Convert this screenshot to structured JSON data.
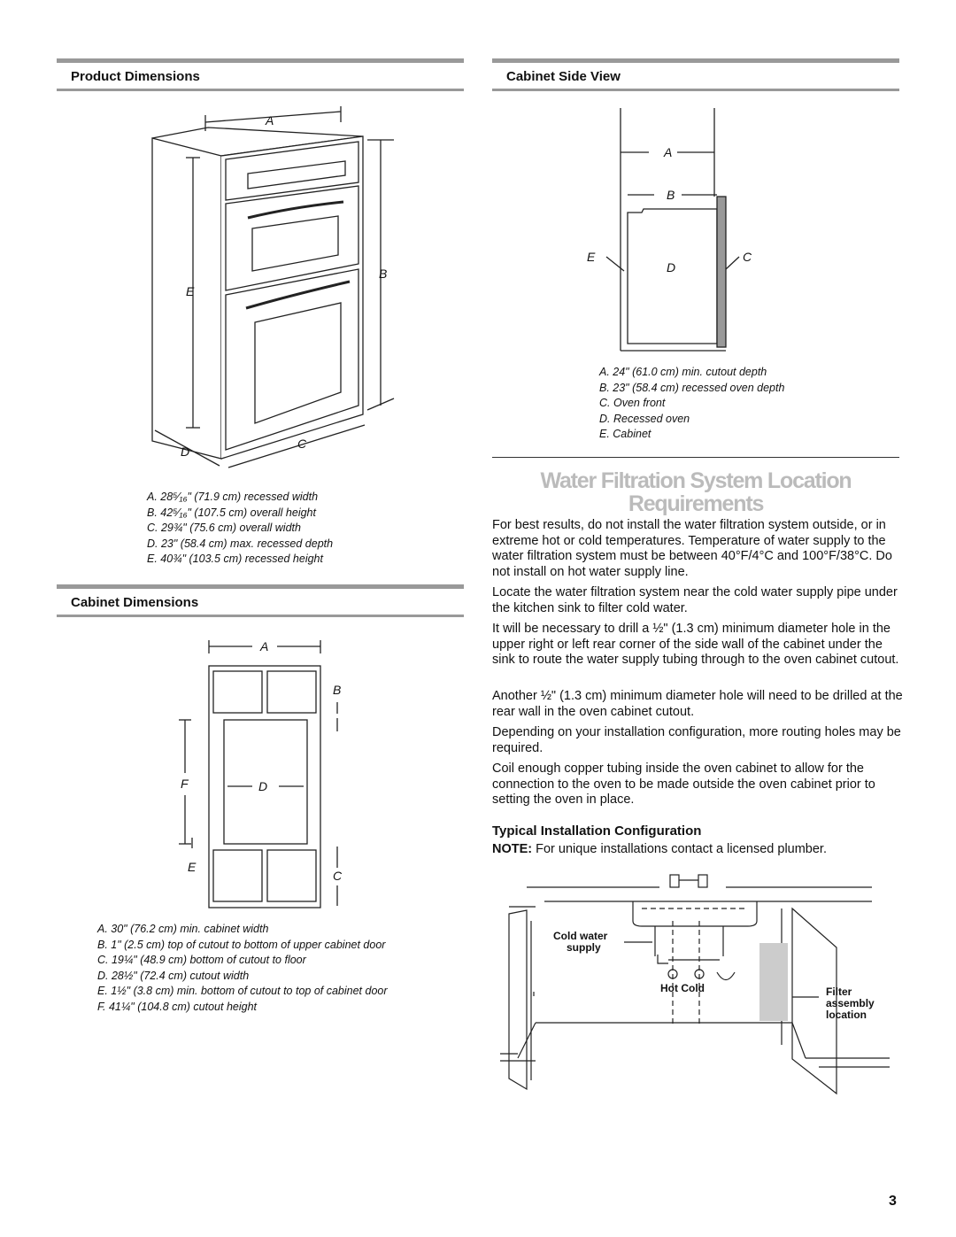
{
  "product_dimensions": {
    "heading": "Product Dimensions",
    "labels": {
      "a": "A",
      "b": "B",
      "c": "C",
      "d": "D",
      "e": "E"
    },
    "legend": [
      "A. 28⁵⁄₁₆\" (71.9 cm) recessed width",
      "B. 42⁵⁄₁₆\" (107.5 cm) overall height",
      "C. 29¾\" (75.6 cm) overall width",
      "D. 23\" (58.4 cm) max. recessed depth",
      "E. 40¾\" (103.5 cm) recessed height"
    ]
  },
  "cabinet_side_view": {
    "heading": "Cabinet Side View",
    "labels": {
      "a": "A",
      "b": "B",
      "c": "C",
      "d": "D",
      "e": "E"
    },
    "legend": [
      "A. 24\" (61.0 cm) min. cutout depth",
      "B. 23\" (58.4 cm) recessed oven depth",
      "C. Oven front",
      "D. Recessed oven",
      "E. Cabinet"
    ]
  },
  "cabinet_dimensions": {
    "heading": "Cabinet Dimensions",
    "labels": {
      "a": "A",
      "b": "B",
      "c": "C",
      "d": "D",
      "e": "E",
      "f": "F"
    },
    "legend": [
      "A. 30\" (76.2 cm) min. cabinet width",
      "B. 1\" (2.5 cm) top of cutout to bottom of upper cabinet door",
      "C. 19¼\" (48.9 cm) bottom of cutout to floor",
      "D. 28½\" (72.4 cm) cutout width",
      "E. 1½\" (3.8 cm) min. bottom of cutout to top of cabinet door",
      "F. 41¼\" (104.8 cm) cutout height"
    ]
  },
  "water_filtration": {
    "title_line1": "Water Filtration System Location",
    "title_line2": "Requirements",
    "paragraphs": [
      "For best results, do not install the water filtration system outside, or in extreme hot or cold temperatures. Temperature of water supply to the water filtration system must be between 40°F/4°C and 100°F/38°C. Do not install on hot water supply line.",
      "Locate the water filtration system near the cold water supply pipe under the kitchen sink to filter cold water.",
      "It will be necessary to drill a ½\" (1.3 cm) minimum diameter hole in the upper right or left rear corner of the side wall of the cabinet under the sink to route the water supply tubing through to the oven cabinet cutout.",
      "Another ½\" (1.3 cm) minimum diameter hole will need to be drilled at the rear wall in the oven cabinet cutout.",
      "Depending on your installation configuration, more routing holes may be required.",
      "Coil enough copper tubing inside the oven cabinet to allow for the connection to the oven to be made outside the oven cabinet prior to setting the oven in place."
    ],
    "typical_heading": "Typical Installation Configuration",
    "note_label": "NOTE:",
    "note_text": " For unique installations contact a licensed plumber.",
    "plumbing_labels": {
      "cold_water": "Cold  water",
      "supply": "supply",
      "hot_cold": "Hot  Cold",
      "filter": "Filter",
      "assembly": "assembly",
      "location": "location"
    }
  },
  "page_number": "3"
}
